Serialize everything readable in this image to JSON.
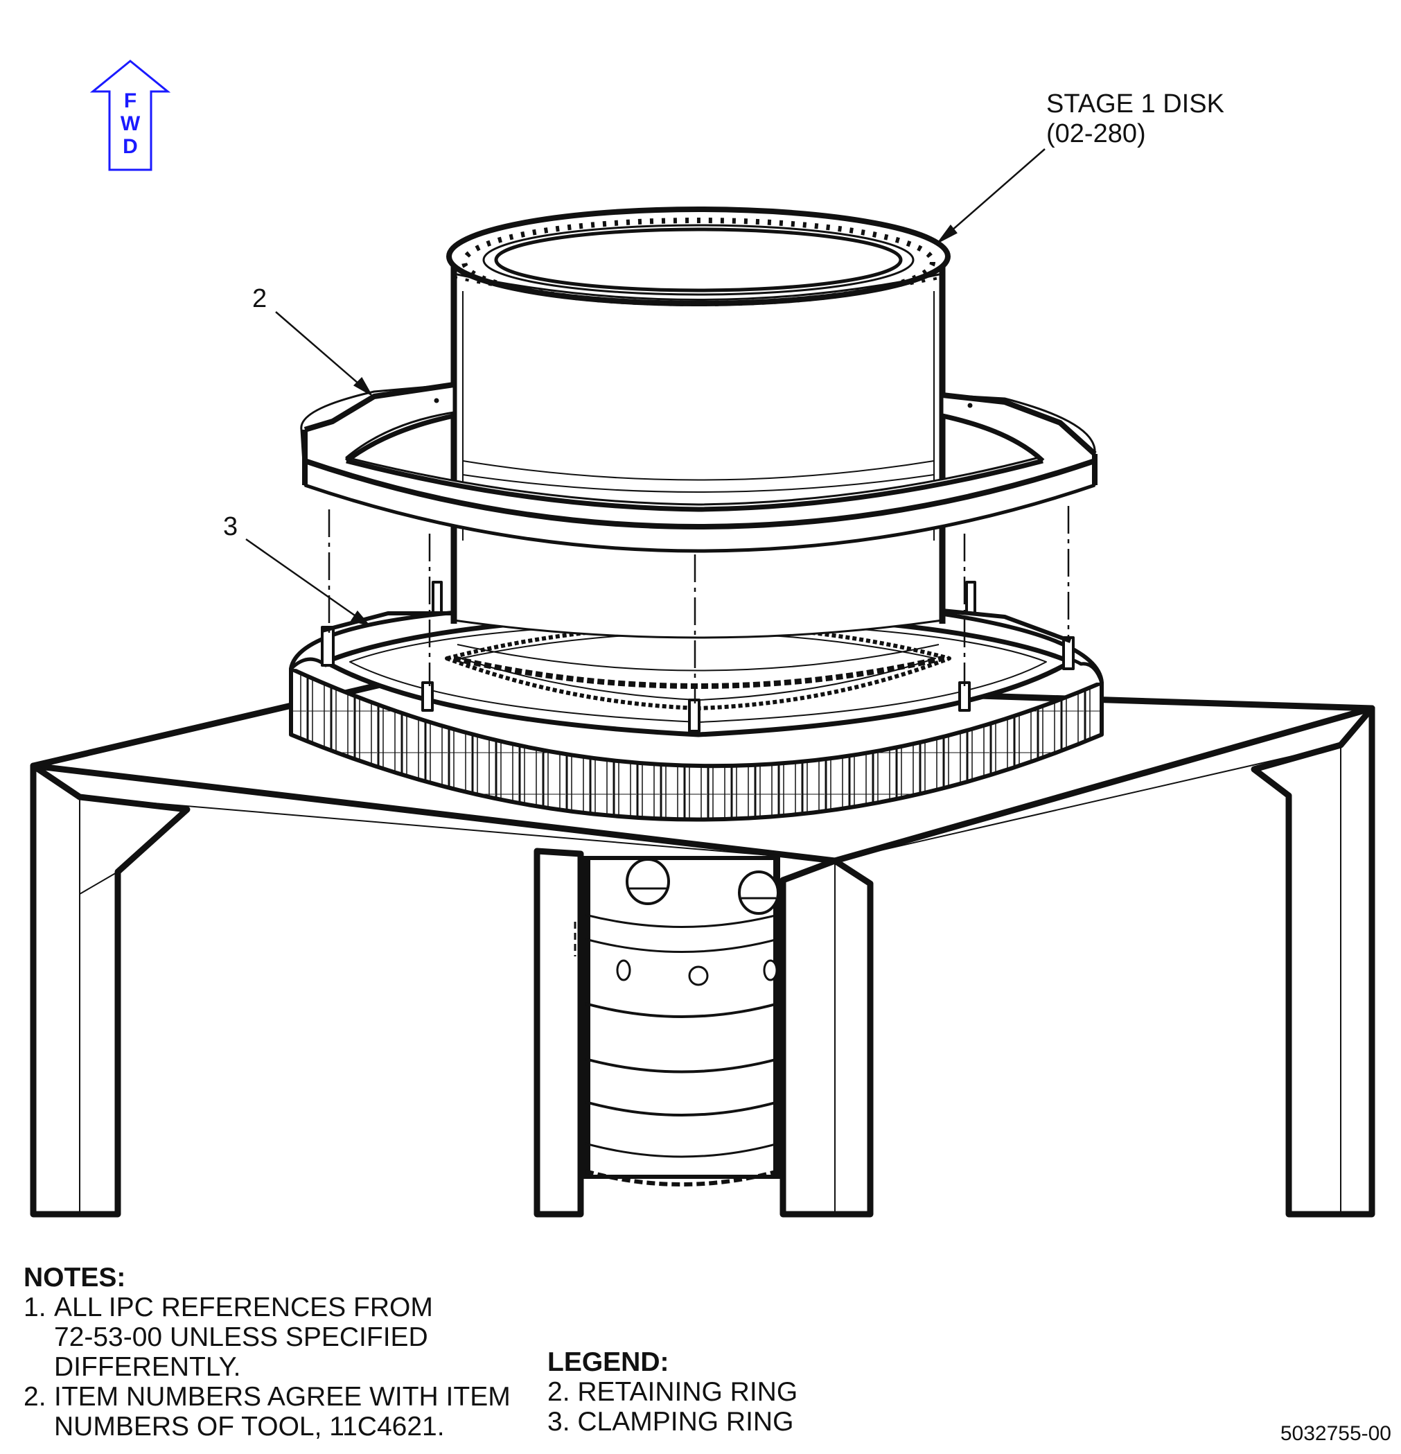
{
  "fwd_arrow": {
    "letters": [
      "F",
      "W",
      "D"
    ],
    "color": "#1a1aff"
  },
  "callouts": {
    "stage1_disk_line1": "STAGE 1 DISK",
    "stage1_disk_line2": "(02-280)",
    "item2": "2",
    "item3": "3"
  },
  "notes": {
    "heading": "NOTES:",
    "items": [
      {
        "num": "1.",
        "lines": [
          "ALL IPC REFERENCES FROM",
          "72-53-00 UNLESS SPECIFIED",
          "DIFFERENTLY."
        ]
      },
      {
        "num": "2.",
        "lines": [
          "ITEM NUMBERS AGREE WITH ITEM",
          "NUMBERS OF TOOL, 11C4621."
        ]
      }
    ]
  },
  "legend": {
    "heading": "LEGEND:",
    "items": [
      "2. RETAINING RING",
      "3. CLAMPING RING"
    ]
  },
  "figure_number": "5032755-00",
  "colors": {
    "line": "#111111",
    "fwd": "#1a1aff"
  }
}
